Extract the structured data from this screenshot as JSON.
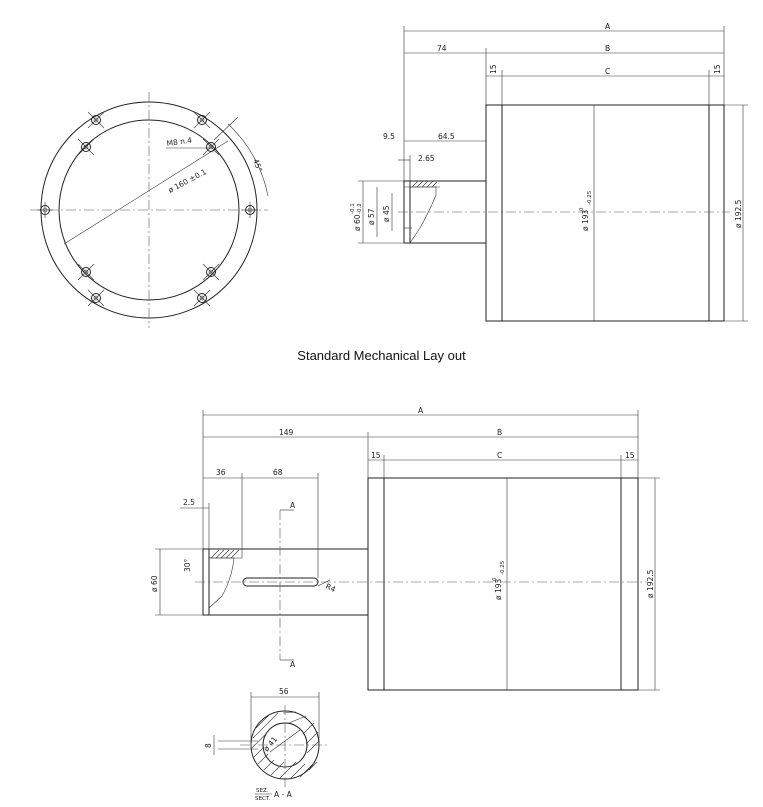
{
  "caption": "Standard Mechanical Lay out",
  "colors": {
    "line": "#222222",
    "background": "#ffffff"
  },
  "top_front_view": {
    "bolt_label": "M8 n.4",
    "angle_label": "45°",
    "pcd_label": "ø 160 ±0.1"
  },
  "top_side_view": {
    "dim_A": "A",
    "dim_B": "B",
    "dim_C": "C",
    "dim_74": "74",
    "dim_15_left": "15",
    "dim_15_right": "15",
    "dim_9_5": "9.5",
    "dim_64_5": "64.5",
    "dim_2_65": "2.65",
    "shaft_dia": "ø 60",
    "shaft_tol_upper": "-0.1",
    "shaft_tol_lower": "-0.2",
    "dia_57": "ø 57",
    "dia_45": "ø 45",
    "drum_dia": "ø 193",
    "drum_tol_upper": "0",
    "drum_tol_lower": "-0.25",
    "outer_dia": "ø 192.5"
  },
  "bottom_side_view": {
    "dim_A": "A",
    "dim_B": "B",
    "dim_C": "C",
    "dim_149": "149",
    "dim_15_left": "15",
    "dim_15_right": "15",
    "dim_36": "36",
    "dim_68": "68",
    "dim_2_5": "2.5",
    "angle_30": "30°",
    "shaft_dia": "ø 60",
    "radius": "R4",
    "section_mark_top": "A",
    "section_mark_bottom": "A",
    "drum_dia": "ø 193",
    "drum_tol_upper": "0",
    "drum_tol_lower": "-0.25",
    "outer_dia": "ø 192.5"
  },
  "section_view": {
    "dim_56": "56",
    "dim_8": "8",
    "dim_dia": "ø 41",
    "label_it": "SEZ.",
    "label_en": "SECT.",
    "label_name": "A - A"
  }
}
